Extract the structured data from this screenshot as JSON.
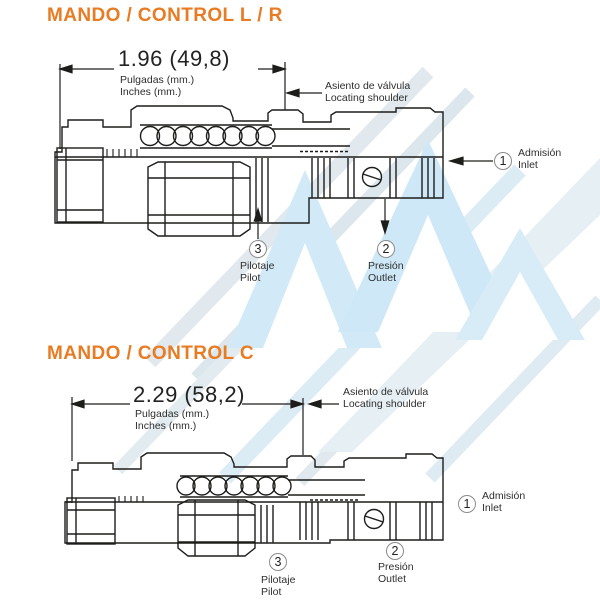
{
  "colors": {
    "accent_orange": "#e87c24",
    "line_black": "#1d1d1b",
    "watermark_blue": "#cde7f5",
    "watermark_gray": "#d8e2e8",
    "callout_stroke": "#8b8b8b"
  },
  "s1": {
    "title": "MANDO / CONTROL L / R",
    "dim_value": "1.96 (49,8)",
    "dim_unit1": "Pulgadas (mm.)",
    "dim_unit2": "Inches (mm.)",
    "shoulder1": "Asiento de válvula",
    "shoulder2": "Locating shoulder",
    "c1_num": "1",
    "c1_l1": "Admisión",
    "c1_l2": "Inlet",
    "c2_num": "2",
    "c2_l1": "Presión",
    "c2_l2": "Outlet",
    "c3_num": "3",
    "c3_l1": "Pilotaje",
    "c3_l2": "Pilot"
  },
  "s2": {
    "title": "MANDO / CONTROL C",
    "dim_value": "2.29 (58,2)",
    "dim_unit1": "Pulgadas (mm.)",
    "dim_unit2": "Inches (mm.)",
    "shoulder1": "Asiento de válvula",
    "shoulder2": "Locating shoulder",
    "c1_num": "1",
    "c1_l1": "Admisión",
    "c1_l2": "Inlet",
    "c2_num": "2",
    "c2_l1": "Presión",
    "c2_l2": "Outlet",
    "c3_num": "3",
    "c3_l1": "Pilotaje",
    "c3_l2": "Pilot"
  }
}
